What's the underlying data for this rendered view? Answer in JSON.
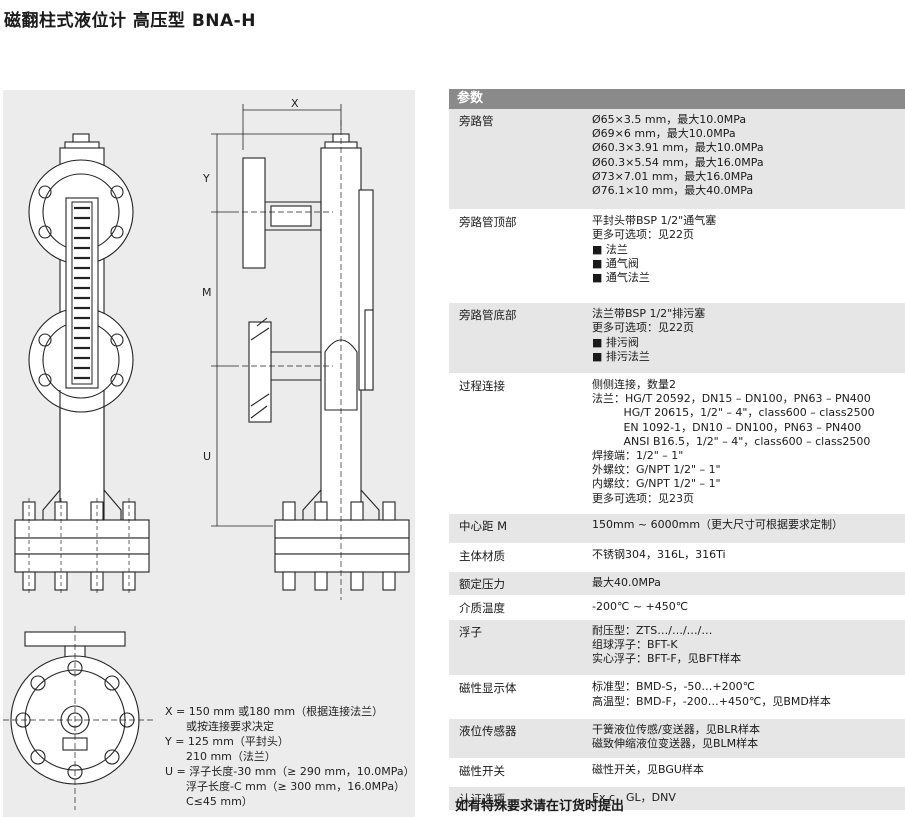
{
  "page": {
    "title": "磁翻柱式液位计 高压型 BNA-H"
  },
  "drawing": {
    "dim_x": "X",
    "dim_y": "Y",
    "dim_m": "M",
    "dim_u": "U",
    "legend": [
      "X = 150 mm 或180 mm（根据连接法兰）",
      "      或按连接要求决定",
      "Y = 125 mm（平封头）",
      "      210 mm（法兰）",
      "U = 浮子长度-30 mm（≥ 290 mm，10.0MPa）",
      "      浮子长度-C mm（≥ 300 mm，16.0MPa）",
      "      C≤45 mm）"
    ]
  },
  "params": {
    "header": "参数",
    "rows": [
      {
        "label": "旁路管",
        "lines": [
          "Ø65×3.5 mm，最大10.0MPa",
          "Ø69×6 mm，最大10.0MPa",
          "Ø60.3×3.91 mm，最大10.0MPa",
          "Ø60.3×5.54 mm，最大16.0MPa",
          "Ø73×7.01 mm，最大16.0MPa",
          "Ø76.1×10 mm，最大40.0MPa"
        ]
      },
      {
        "label": "旁路管顶部",
        "lines": [
          "平封头带BSP 1/2\"通气塞",
          "更多可选项：见22页",
          "■ 法兰",
          "■ 通气阀",
          "■ 通气法兰"
        ]
      },
      {
        "label": "旁路管底部",
        "lines": [
          "法兰带BSP 1/2\"排污塞",
          "更多可选项：见22页",
          "■ 排污阀",
          "■ 排污法兰"
        ]
      },
      {
        "label": "过程连接",
        "lines": [
          "侧侧连接，数量2",
          "法兰：HG/T 20592，DN15 – DN100，PN63 – PN400",
          "         HG/T 20615，1/2\" – 4\"，class600 – class2500",
          "         EN 1092-1，DN10 – DN100，PN63 – PN400",
          "         ANSI B16.5，1/2\" – 4\"，class600 – class2500",
          "焊接端：1/2\" – 1\"",
          "外螺纹：G/NPT 1/2\" – 1\"",
          "内螺纹：G/NPT 1/2\" – 1\"",
          "更多可选项：见23页"
        ]
      },
      {
        "label": "中心距 M",
        "lines": [
          "150mm ~ 6000mm（更大尺寸可根据要求定制）"
        ]
      },
      {
        "label": "主体材质",
        "lines": [
          "不锈钢304，316L，316Ti"
        ]
      },
      {
        "label": "额定压力",
        "lines": [
          "最大40.0MPa"
        ]
      },
      {
        "label": "介质温度",
        "lines": [
          "-200℃ ~ +450℃"
        ]
      },
      {
        "label": "浮子",
        "lines": [
          "耐压型：ZTS…/…/…/…",
          "组球浮子：BFT-K",
          "实心浮子：BFT-F，见BFT样本"
        ]
      },
      {
        "label": "磁性显示体",
        "lines": [
          "标准型：BMD-S，-50…+200℃",
          "高温型：BMD-F，-200…+450℃，见BMD样本"
        ]
      },
      {
        "label": "液位传感器",
        "lines": [
          "干簧液位传感/变送器，见BLR样本",
          "磁致伸缩液位变送器，见BLM样本"
        ]
      },
      {
        "label": "磁性开关",
        "lines": [
          "磁性开关，见BGU样本"
        ]
      },
      {
        "label": "认证选项",
        "lines": [
          "Ex c，GL，DNV"
        ]
      }
    ]
  },
  "footer": {
    "note": "如有特殊要求请在订货时提出"
  }
}
